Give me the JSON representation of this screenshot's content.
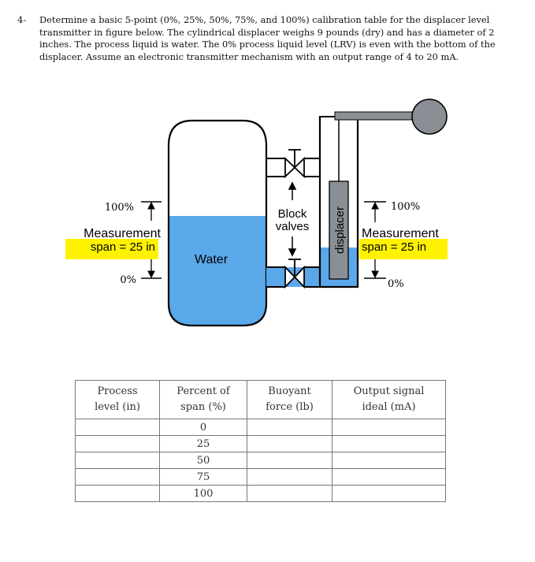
{
  "problem": {
    "number": "4-",
    "text": "Determine a basic 5-point (0%, 25%, 50%, 75%, and 100%) calibration table for the displacer level transmitter in figure below. The cylindrical displacer weighs 9 pounds (dry) and has a diameter of 2 inches. The process liquid is water. The 0% process liquid level (LRV) is even with the bottom of the displacer. Assume an electronic transmitter mechanism with an output range of 4 to 20 mA."
  },
  "diagram": {
    "left_scale": {
      "top": "100%",
      "title": "Measurement",
      "span": "span = 25 in",
      "bottom": "0%"
    },
    "right_scale": {
      "top": "100%",
      "title": "Measurement",
      "span": "span = 25 in",
      "bottom": "0%"
    },
    "liquid_label": "Water",
    "valves_label_1": "Block",
    "valves_label_2": "valves",
    "displacer_label": "displacer",
    "colors": {
      "water": "#5aa8ea",
      "highlight": "#fff200",
      "steel": "#8a8f95",
      "outline": "#000000"
    }
  },
  "table": {
    "headers": [
      [
        "Process",
        "level (in)"
      ],
      [
        "Percent of",
        "span (%)"
      ],
      [
        "Buoyant",
        "force (lb)"
      ],
      [
        "Output signal",
        "ideal (mA)"
      ]
    ],
    "percent_values": [
      "0",
      "25",
      "50",
      "75",
      "100"
    ]
  }
}
